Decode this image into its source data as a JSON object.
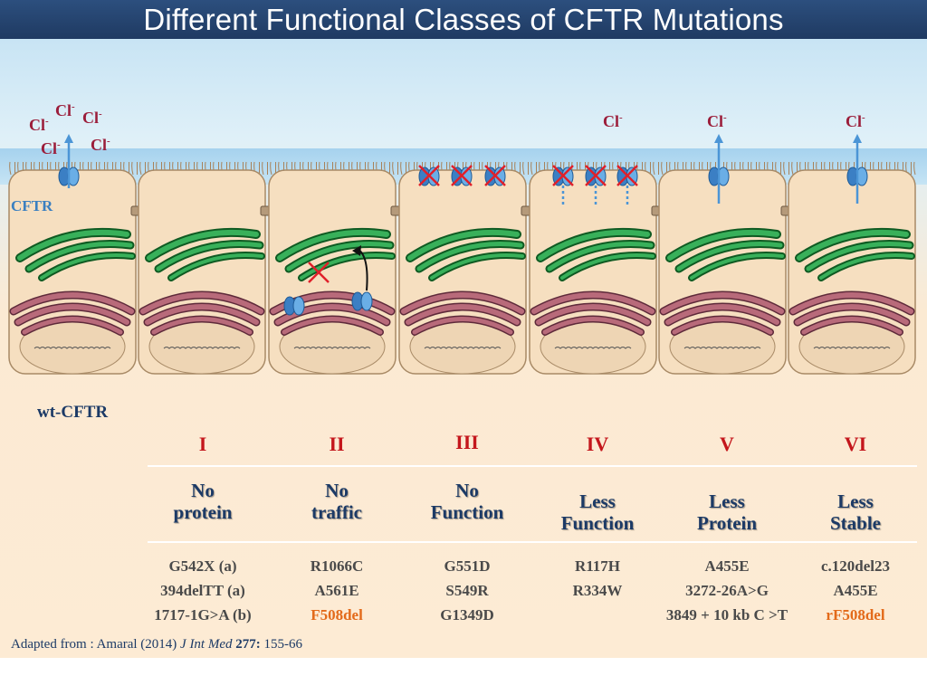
{
  "title": "Different Functional Classes of CFTR Mutations",
  "labels": {
    "cftr": "CFTR",
    "wt": "wt-CFTR",
    "chloride": "Cl",
    "chloride_charge": "-"
  },
  "classes": [
    {
      "roman": "I",
      "name_line1": "No",
      "name_line2": "protein",
      "mutations": [
        "G542X (a)",
        "394delTT (a)",
        "1717-1G>A (b)"
      ],
      "highlight": ""
    },
    {
      "roman": "II",
      "name_line1": "No",
      "name_line2": "traffic",
      "mutations": [
        "R1066C",
        "A561E"
      ],
      "highlight": "F508del"
    },
    {
      "roman": "III",
      "name_line1": "No",
      "name_line2": "Function",
      "mutations": [
        "G551D",
        "S549R",
        "G1349D"
      ],
      "highlight": ""
    },
    {
      "roman": "IV",
      "name_line1": "Less",
      "name_line2": "Function",
      "mutations": [
        "R117H",
        "R334W"
      ],
      "highlight": ""
    },
    {
      "roman": "V",
      "name_line1": "Less",
      "name_line2": "Protein",
      "mutations": [
        "A455E",
        "3272-26A>G",
        "3849 + 10 kb C >T"
      ],
      "highlight": ""
    },
    {
      "roman": "VI",
      "name_line1": "Less",
      "name_line2": "Stable",
      "mutations": [
        "c.120del23",
        "A455E"
      ],
      "highlight": "rF508del"
    }
  ],
  "footnote": {
    "prefix": "Adapted from : Amaral (2014) ",
    "journal": "J Int Med",
    "volume": "277:",
    "pages": " 155-66"
  },
  "colors": {
    "title_bar": "#23426d",
    "cell_fill": "#f6dfc0",
    "cell_stroke": "#a88a66",
    "golgi": "#2e9a48",
    "er": "#8a4a5a",
    "channel": "#4b95d6",
    "roman": "#c4161c",
    "class_name": "#1c3a66",
    "highlight": "#e36a1a"
  }
}
